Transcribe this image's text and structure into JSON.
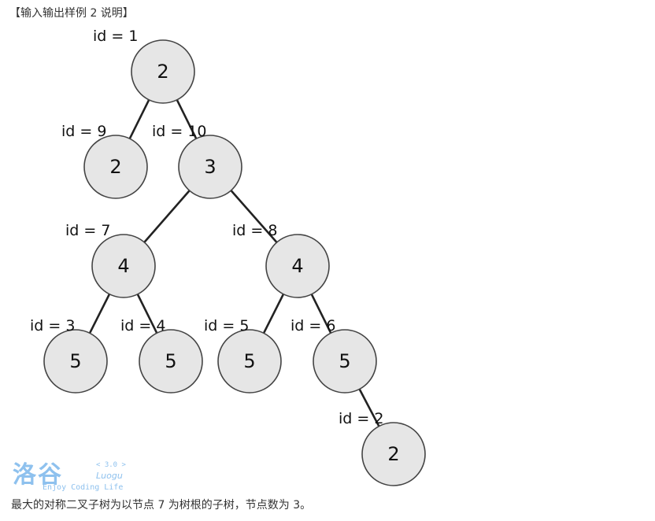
{
  "heading": "【输入输出样例 2 说明】",
  "tree": {
    "nodes": [
      {
        "key": "n1",
        "id_label": "id = 1",
        "value": "2"
      },
      {
        "key": "n9",
        "id_label": "id = 9",
        "value": "2"
      },
      {
        "key": "n10",
        "id_label": "id = 10",
        "value": "3"
      },
      {
        "key": "n7",
        "id_label": "id = 7",
        "value": "4"
      },
      {
        "key": "n8",
        "id_label": "id = 8",
        "value": "4"
      },
      {
        "key": "n3",
        "id_label": "id = 3",
        "value": "5"
      },
      {
        "key": "n4",
        "id_label": "id = 4",
        "value": "5"
      },
      {
        "key": "n5",
        "id_label": "id = 5",
        "value": "5"
      },
      {
        "key": "n6",
        "id_label": "id = 6",
        "value": "5"
      },
      {
        "key": "n2",
        "id_label": "id = 2",
        "value": "2"
      }
    ],
    "edges": [
      [
        "n1",
        "n9"
      ],
      [
        "n1",
        "n10"
      ],
      [
        "n10",
        "n7"
      ],
      [
        "n10",
        "n8"
      ],
      [
        "n7",
        "n3"
      ],
      [
        "n7",
        "n4"
      ],
      [
        "n8",
        "n5"
      ],
      [
        "n8",
        "n6"
      ],
      [
        "n6",
        "n2"
      ]
    ]
  },
  "watermark": {
    "logo_text": "洛谷",
    "version": "< 3.0 >",
    "name": "Luogu",
    "tagline": "Enjoy Coding Life"
  },
  "caption": "最大的对称二叉子树为以节点 7 为树根的子树，节点数为 3。"
}
